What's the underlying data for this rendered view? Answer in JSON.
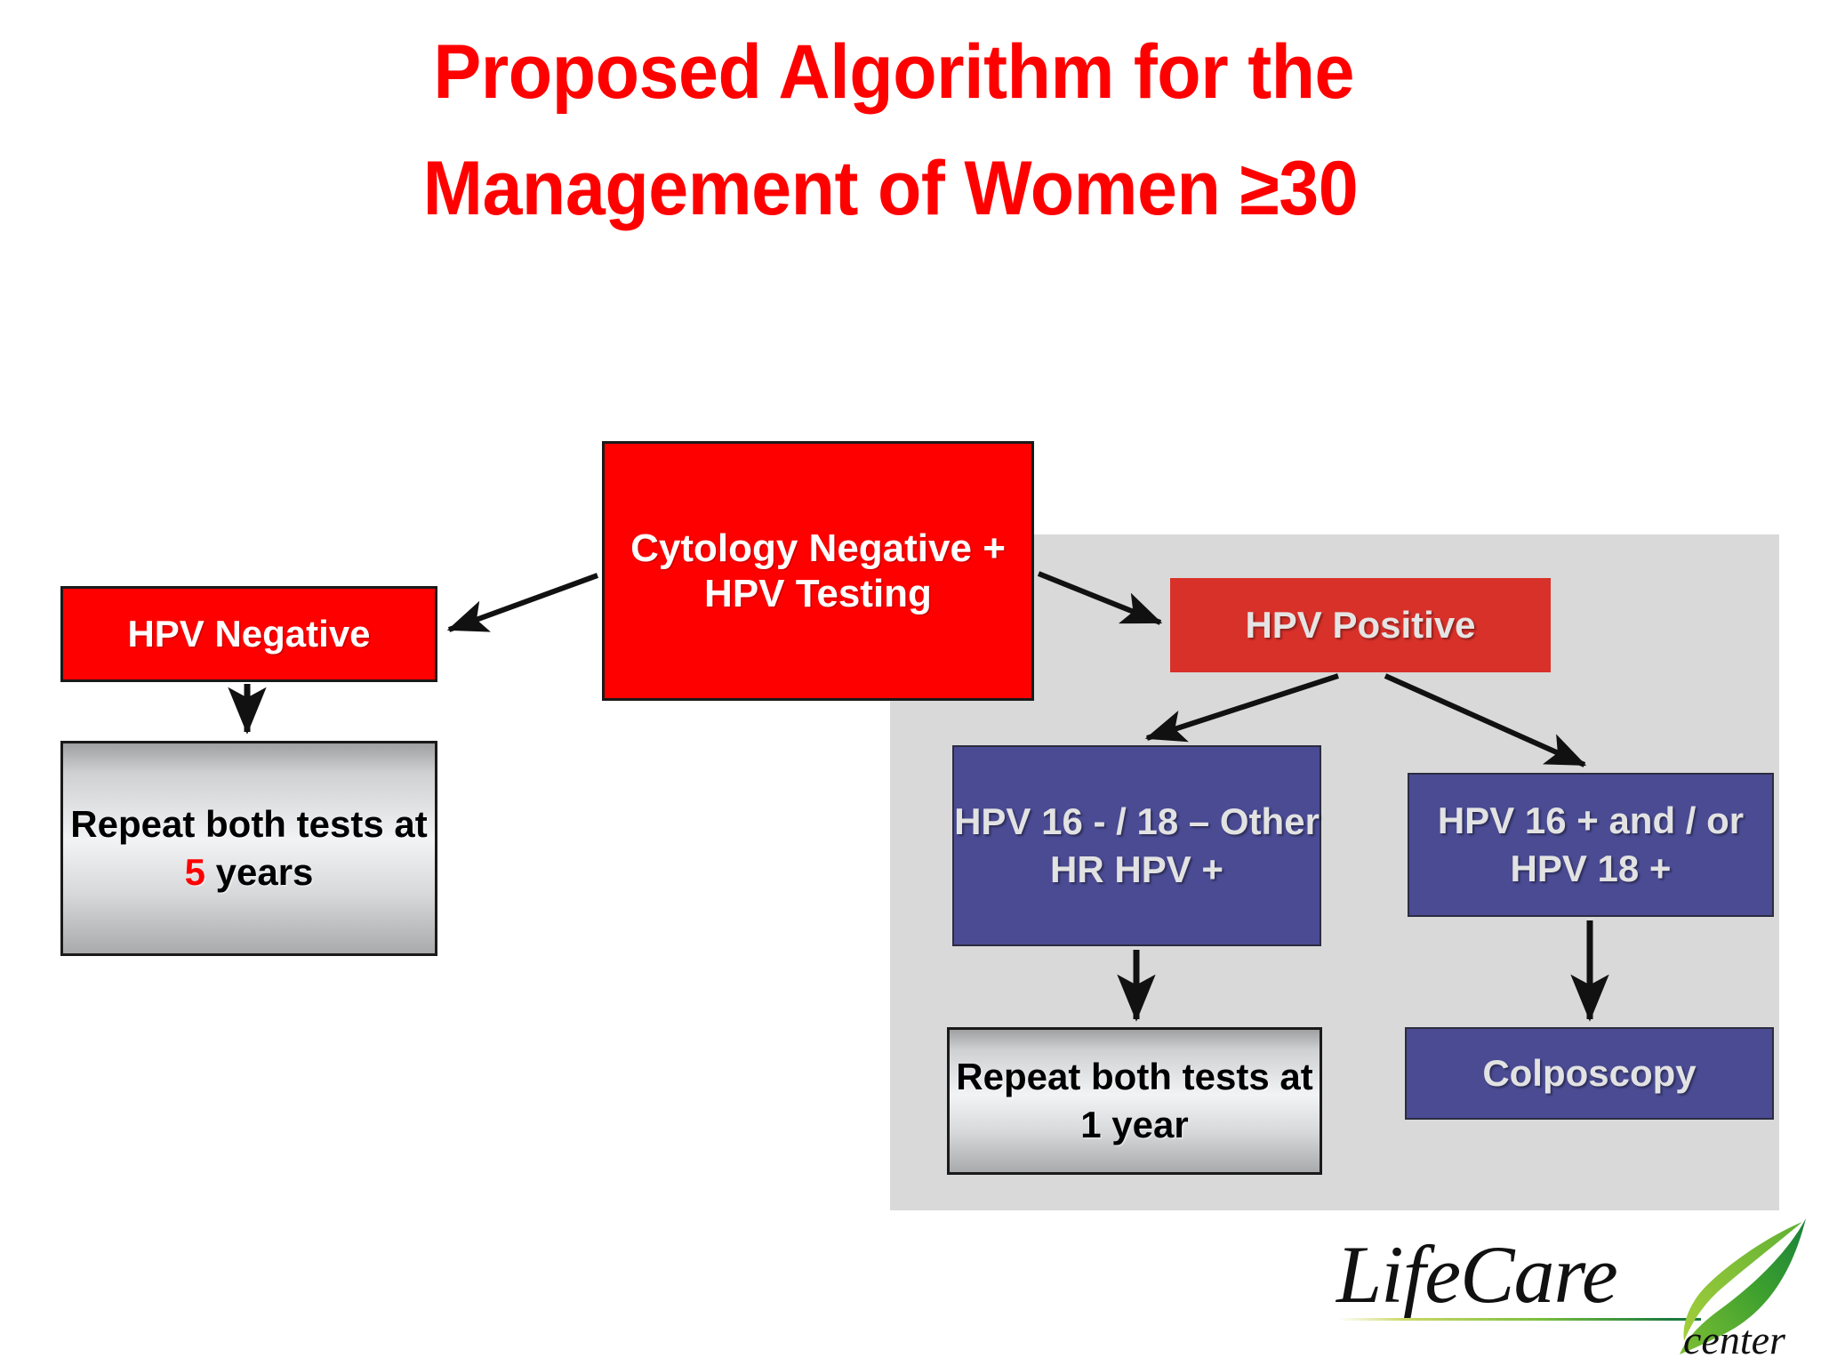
{
  "title": {
    "line1": "Proposed Algorithm for the",
    "line2": "Management of Women ≥30",
    "color": "#FF0000"
  },
  "palette": {
    "red_pure": "#FF0000",
    "red_muted": "#D8312A",
    "blue": "#4A4B93",
    "silver_light": "#F2F3F4",
    "silver_dark": "#9FA0A2",
    "panel_gray": "#D9D9D9",
    "arrow_black": "#111111",
    "leaf_green": "#4CA22F"
  },
  "flowchart": {
    "nodes": {
      "cytology": {
        "label": "Cytology Negative + HPV Testing",
        "style": "red-pure"
      },
      "hpv_negative": {
        "label": "HPV Negative",
        "style": "red-pure"
      },
      "repeat_5_years": {
        "prefix": "Repeat both tests at ",
        "accent": "5",
        "suffix": " years",
        "style": "silver"
      },
      "hpv_positive": {
        "label": "HPV Positive",
        "style": "red-muted"
      },
      "hpv_other_hr": {
        "label": "HPV 16 - / 18 – Other HR HPV +",
        "style": "blue"
      },
      "hpv_16_18_pos": {
        "label": "HPV 16 + and / or HPV 18 +",
        "style": "blue"
      },
      "repeat_1_year": {
        "label": "Repeat both tests at 1 year",
        "style": "silver"
      },
      "colposcopy": {
        "label": "Colposcopy",
        "style": "blue"
      }
    },
    "edges": [
      {
        "from": "cytology",
        "to": "hpv_negative"
      },
      {
        "from": "cytology",
        "to": "hpv_positive"
      },
      {
        "from": "hpv_negative",
        "to": "repeat_5_years"
      },
      {
        "from": "hpv_positive",
        "to": "hpv_other_hr"
      },
      {
        "from": "hpv_positive",
        "to": "hpv_16_18_pos"
      },
      {
        "from": "hpv_other_hr",
        "to": "repeat_1_year"
      },
      {
        "from": "hpv_16_18_pos",
        "to": "colposcopy"
      }
    ]
  },
  "logo": {
    "wordmark": "LifeCare",
    "subtext": "center"
  }
}
